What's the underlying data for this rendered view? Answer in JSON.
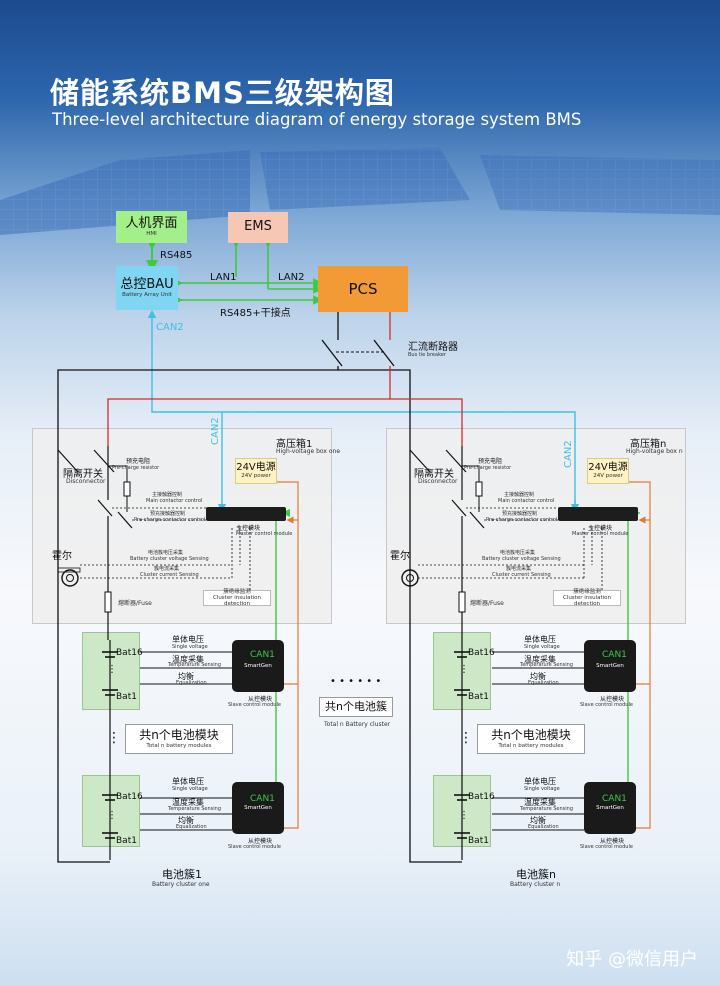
{
  "title": {
    "zh": "储能系统BMS三级架构图",
    "en": "Three-level architecture diagram of energy storage system BMS"
  },
  "top": {
    "hmi": {
      "zh": "人机界面",
      "en": "HMI"
    },
    "ems": {
      "zh": "EMS"
    },
    "bau": {
      "zh": "总控BAU",
      "en": "Battery Array Unit"
    },
    "pcs": {
      "zh": "PCS"
    },
    "link_rs485": "RS485",
    "link_lan1": "LAN1",
    "link_lan2": "LAN2",
    "link_rs485_dry": "RS485+干接点",
    "link_can2": "CAN2",
    "breaker": {
      "zh": "汇流断路器",
      "en": "Bus tie breaker"
    }
  },
  "cluster1": {
    "hv_title": {
      "zh": "高压箱1",
      "en": "High-voltage box one"
    },
    "cluster_label": {
      "zh": "电池簇1",
      "en": "Battery cluster one"
    }
  },
  "clusterN": {
    "hv_title": {
      "zh": "高压箱n",
      "en": "High-voltage box n"
    },
    "cluster_label": {
      "zh": "电池簇n",
      "en": "Battery cluster n"
    }
  },
  "hv": {
    "disconnector": {
      "zh": "隔离开关",
      "en": "Disconnector"
    },
    "precharge_res": {
      "zh": "预充电阻",
      "en": "Pre-charge resistor"
    },
    "power24": {
      "zh": "24V电源",
      "en": "24V power"
    },
    "can2": "CAN2",
    "main_contactor": {
      "zh": "主接触器控制",
      "en": "Main contactor control"
    },
    "precharge_contactor": {
      "zh": "预充接触器控制",
      "en": "Pre-charge contactor control"
    },
    "master_module": {
      "zh": "主控模块",
      "en": "Master control module"
    },
    "hall": {
      "zh": "霍尔"
    },
    "cluster_voltage": {
      "zh": "电池簇电压采集",
      "en": "Battery cluster voltage Sensing"
    },
    "cluster_current": {
      "zh": "簇电流采集",
      "en": "Cluster current Sensing"
    },
    "insulation": {
      "zh": "簇绝缘监测",
      "en": "Cluster insulation detection"
    },
    "fuse": {
      "zh": "熔断器/Fuse"
    }
  },
  "module": {
    "bat16": "Bat16",
    "bat1": "Bat1",
    "cell_voltage": {
      "zh": "单体电压",
      "en": "Single voltage"
    },
    "temp": {
      "zh": "温度采集",
      "en": "Temperature Sensing"
    },
    "equalization": {
      "zh": "均衡",
      "en": "Equalization"
    },
    "slave": {
      "zh": "从控模块",
      "en": "Slave control module"
    },
    "can1": "CAN1",
    "device_brand": "SmartGen",
    "total_modules": {
      "zh": "共n个电池模块",
      "en": "Total n battery modules"
    }
  },
  "middle": {
    "dots": "• • • • • •",
    "zh": "共n个电池簇",
    "en": "Total n Battery cluster"
  },
  "watermark": "知乎 @微信用户",
  "colors": {
    "red": "#d62b2b",
    "cyan": "#3fbfe6",
    "green": "#3ec93e",
    "orange": "#e87930",
    "bau": "#7fd5f2",
    "pcs": "#f29a35",
    "hmi": "#a3ef8a",
    "ems": "#f7c7b6"
  }
}
